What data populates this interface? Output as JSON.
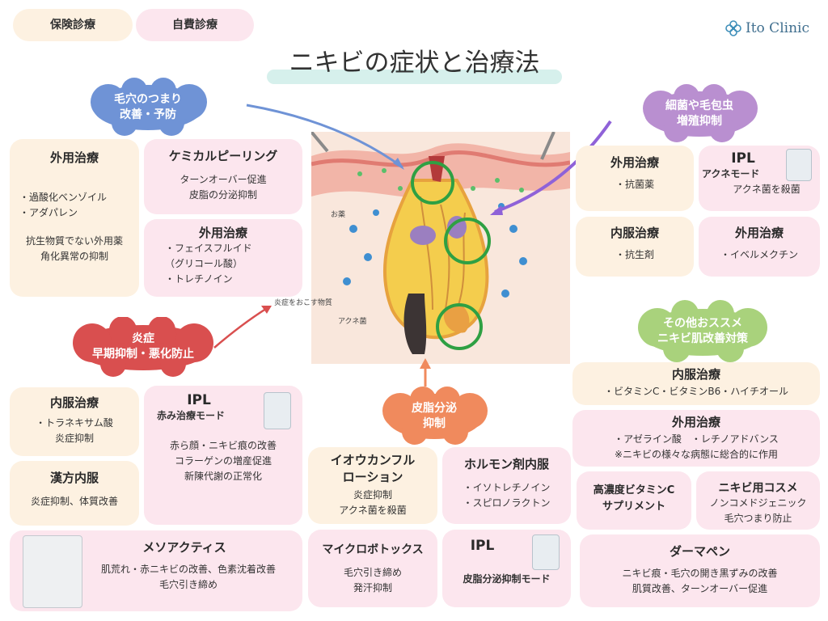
{
  "legend": {
    "insurance": "保険診療",
    "self_pay": "自費診療"
  },
  "brand": "Ito Clinic",
  "title": "ニキビの症状と治療法",
  "clouds": {
    "pores": {
      "line1": "毛穴のつまり",
      "line2": "改善・予防"
    },
    "bacteria": {
      "line1": "細菌や毛包虫",
      "line2": "増殖抑制"
    },
    "inflammation": {
      "line1": "炎症",
      "line2": "早期抑制・悪化防止"
    },
    "sebum": {
      "line1": "皮脂分泌",
      "line2": "抑制"
    },
    "other": {
      "line1": "その他おススメ",
      "line2": "ニキビ肌改善対策"
    }
  },
  "illustration_labels": {
    "medicine": "お薬",
    "inflammatory": "炎症をおこす物質",
    "acne_bacteria": "アクネ菌"
  },
  "cards": {
    "pores_topical": {
      "title": "外用治療",
      "items": [
        "・過酸化ベンゾイル",
        "・アダパレン"
      ],
      "note1": "抗生物質でない外用薬",
      "note2": "角化異常の抑制"
    },
    "chemical_peeling": {
      "title": "ケミカルピーリング",
      "line1": "ターンオーバー促進",
      "line2": "皮脂の分泌抑制"
    },
    "pores_topical2": {
      "title": "外用治療",
      "line1": "・フェイスフルイド",
      "line2": "（グリコール酸）",
      "line3": "・トレチノイン"
    },
    "bac_topical": {
      "title": "外用治療",
      "line1": "・抗菌薬"
    },
    "bac_ipl": {
      "title": "IPL",
      "mode": "アクネモード",
      "line1": "アクネ菌を殺菌"
    },
    "bac_internal": {
      "title": "内服治療",
      "line1": "・抗生剤"
    },
    "bac_topical2": {
      "title": "外用治療",
      "line1": "・イベルメクチン"
    },
    "inf_internal": {
      "title": "内服治療",
      "line1": "・トラネキサム酸",
      "line2": "炎症抑制"
    },
    "inf_ipl": {
      "title": "IPL",
      "mode": "赤み治療モード",
      "line1": "赤ら顔・ニキビ痕の改善",
      "line2": "コラーゲンの増産促進",
      "line3": "新陳代謝の正常化"
    },
    "kampo": {
      "title": "漢方内服",
      "line1": "炎症抑制、体質改善"
    },
    "mesoactis": {
      "title": "メソアクティス",
      "line1": "肌荒れ・赤ニキビの改善、色素沈着改善",
      "line2": "毛穴引き締め"
    },
    "iou": {
      "title1": "イオウカンフル",
      "title2": "ローション",
      "line1": "炎症抑制",
      "line2": "アクネ菌を殺菌"
    },
    "hormone": {
      "title": "ホルモン剤内服",
      "line1": "・イソトレチノイン",
      "line2": "・スピロノラクトン"
    },
    "microbotox": {
      "title": "マイクロボトックス",
      "line1": "毛穴引き締め",
      "line2": "発汗抑制"
    },
    "sebum_ipl": {
      "title": "IPL",
      "mode": "皮脂分泌抑制モード"
    },
    "other_internal": {
      "title": "内服治療",
      "line1": "・ビタミンC・ビタミンB6・ハイチオール"
    },
    "other_topical": {
      "title": "外用治療",
      "line1": "・アゼライン酸　・レチノアドバンス",
      "line2": "※ニキビの様々な病態に総合的に作用"
    },
    "vitc": {
      "title1": "高濃度ビタミンC",
      "title2": "サプリメント"
    },
    "cosme": {
      "title": "ニキビ用コスメ",
      "line1": "ノンコメドジェニック",
      "line2": "毛穴つまり防止"
    },
    "dermapen": {
      "title": "ダーマペン",
      "line1": "ニキビ痕・毛穴の開き黒ずみの改善",
      "line2": "肌質改善、ターンオーバー促進"
    }
  },
  "colors": {
    "insurance": "#fdf1e1",
    "self_pay": "#fce6ee",
    "pores": "#6f93d6",
    "bacteria": "#b98fd0",
    "inflammation": "#d94f4f",
    "sebum": "#f08a5d",
    "other": "#a9d27c",
    "circle": "#2fa043"
  }
}
